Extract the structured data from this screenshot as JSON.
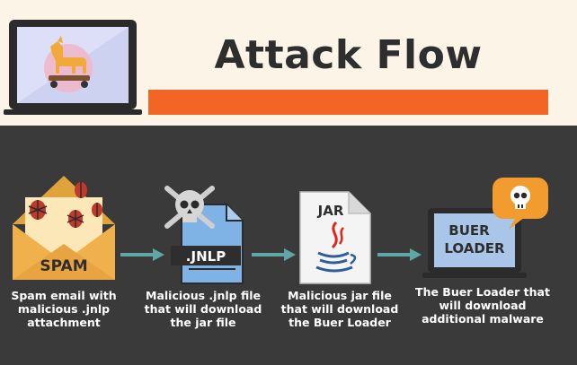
{
  "title": "Attack Flow",
  "colors": {
    "accent_orange": "#f26524",
    "dark_background": "#3a3a3a",
    "light_background": "#fbf4e7",
    "arrow_teal": "#5fa6a6",
    "file_blue": "#7fb3e6"
  },
  "header_icon": "trojan-horse-laptop-icon",
  "steps": [
    {
      "icon": "spam-envelope-icon",
      "icon_label": "SPAM",
      "caption": "Spam email with malicious .jnlp attachment"
    },
    {
      "icon": "jnlp-file-icon",
      "icon_label": ".JNLP",
      "caption": "Malicious .jnlp file that will download the jar file"
    },
    {
      "icon": "java-jar-file-icon",
      "icon_label": "JAR",
      "caption": "Malicious jar file that will download the Buer Loader"
    },
    {
      "icon": "buer-loader-laptop-icon",
      "icon_label_line1": "BUER",
      "icon_label_line2": "LOADER",
      "caption": "The Buer Loader that will download additional malware"
    }
  ]
}
